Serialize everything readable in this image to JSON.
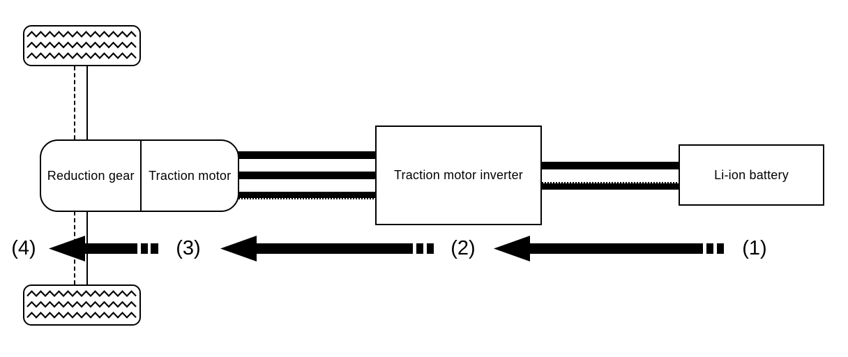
{
  "diagram": {
    "components": {
      "reduction_gear": "Reduction gear",
      "traction_motor": "Traction motor",
      "inverter": "Traction motor inverter",
      "battery": "Li-ion battery"
    },
    "flow": {
      "labels": [
        "(1)",
        "(2)",
        "(3)",
        "(4)"
      ],
      "direction": "right-to-left"
    },
    "colors": {
      "line": "#000000",
      "fill": "#ffffff"
    }
  }
}
